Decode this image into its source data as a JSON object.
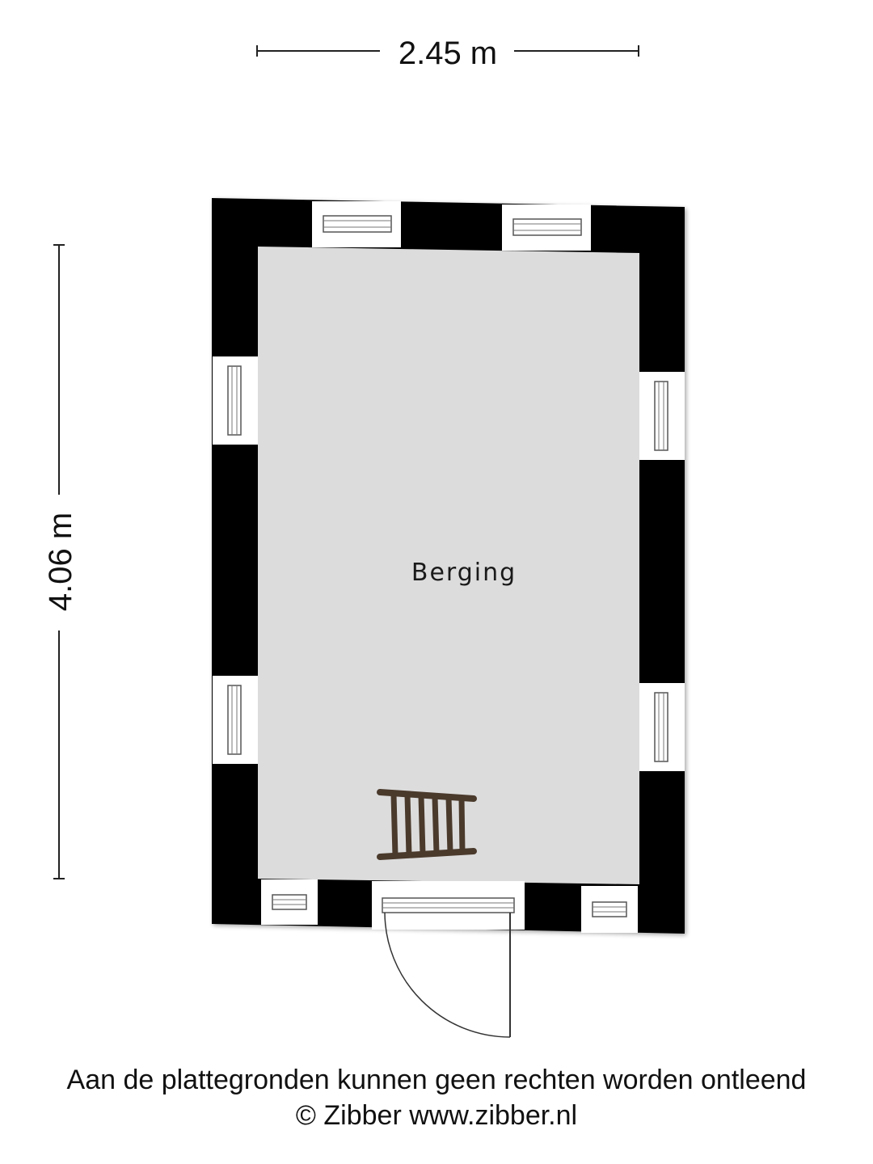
{
  "dimensions": {
    "width_label": "2.45 m",
    "depth_label": "4.06 m"
  },
  "room": {
    "name": "Berging"
  },
  "footer": {
    "disclaimer": "Aan de plattegronden kunnen geen rechten worden ontleend",
    "copyright": "© Zibber www.zibber.nl"
  },
  "colors": {
    "wall": "#000000",
    "floor": "#dcdcdc",
    "window": "#ffffff",
    "ladder": "#4a3a2c"
  }
}
